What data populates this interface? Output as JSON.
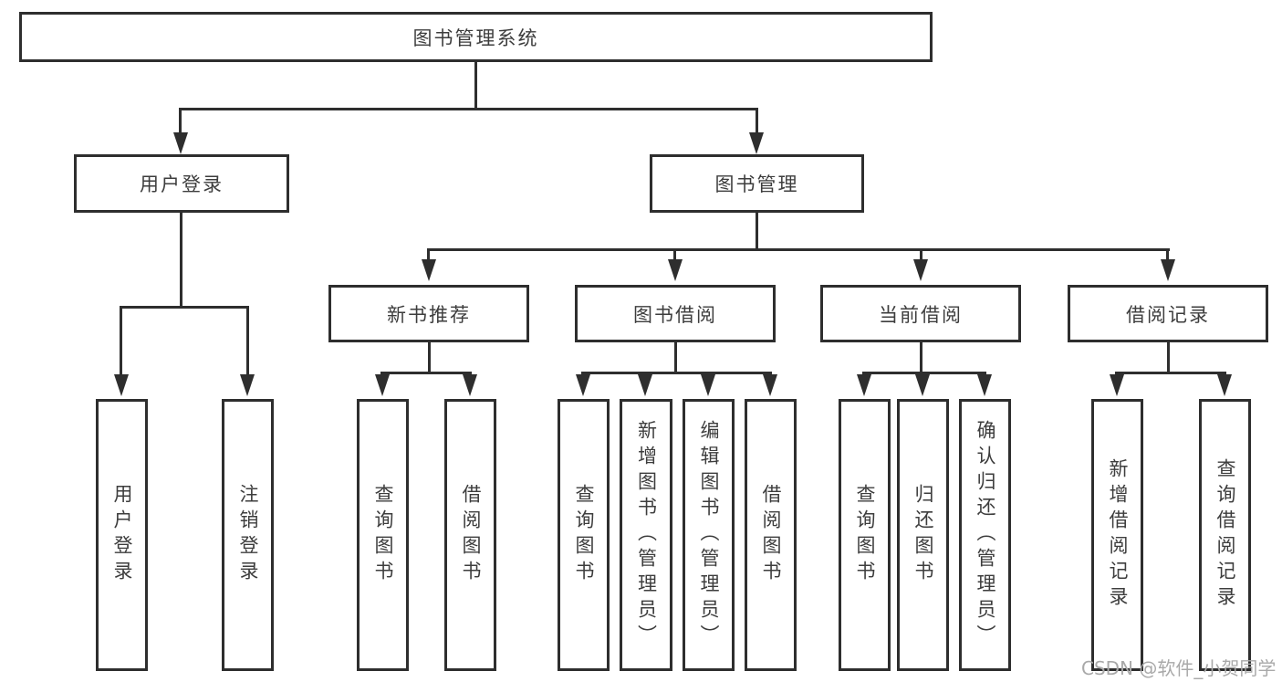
{
  "title": "图书管理系统",
  "tree": {
    "label": "图书管理系统",
    "children": [
      {
        "label": "用户登录",
        "children": [
          {
            "label": "用户登录"
          },
          {
            "label": "注销登录"
          }
        ]
      },
      {
        "label": "图书管理",
        "children": [
          {
            "label": "新书推荐",
            "children": [
              {
                "label": "查询图书"
              },
              {
                "label": "借阅图书"
              }
            ]
          },
          {
            "label": "图书借阅",
            "children": [
              {
                "label": "查询图书"
              },
              {
                "label": "新增图书（管理员）"
              },
              {
                "label": "编辑图书（管理员）"
              },
              {
                "label": "借阅图书"
              }
            ]
          },
          {
            "label": "当前借阅",
            "children": [
              {
                "label": "查询图书"
              },
              {
                "label": "归还图书"
              },
              {
                "label": "确认归还（管理员）"
              }
            ]
          },
          {
            "label": "借阅记录",
            "children": [
              {
                "label": "新增借阅记录"
              },
              {
                "label": "查询借阅记录"
              }
            ]
          }
        ]
      }
    ]
  },
  "watermark": "CSDN @软件_小贺同学",
  "colors": {
    "line": "#2e2e2e",
    "text": "#3d3d3d",
    "watermark": "#a9a9a9",
    "background": "#ffffff"
  }
}
